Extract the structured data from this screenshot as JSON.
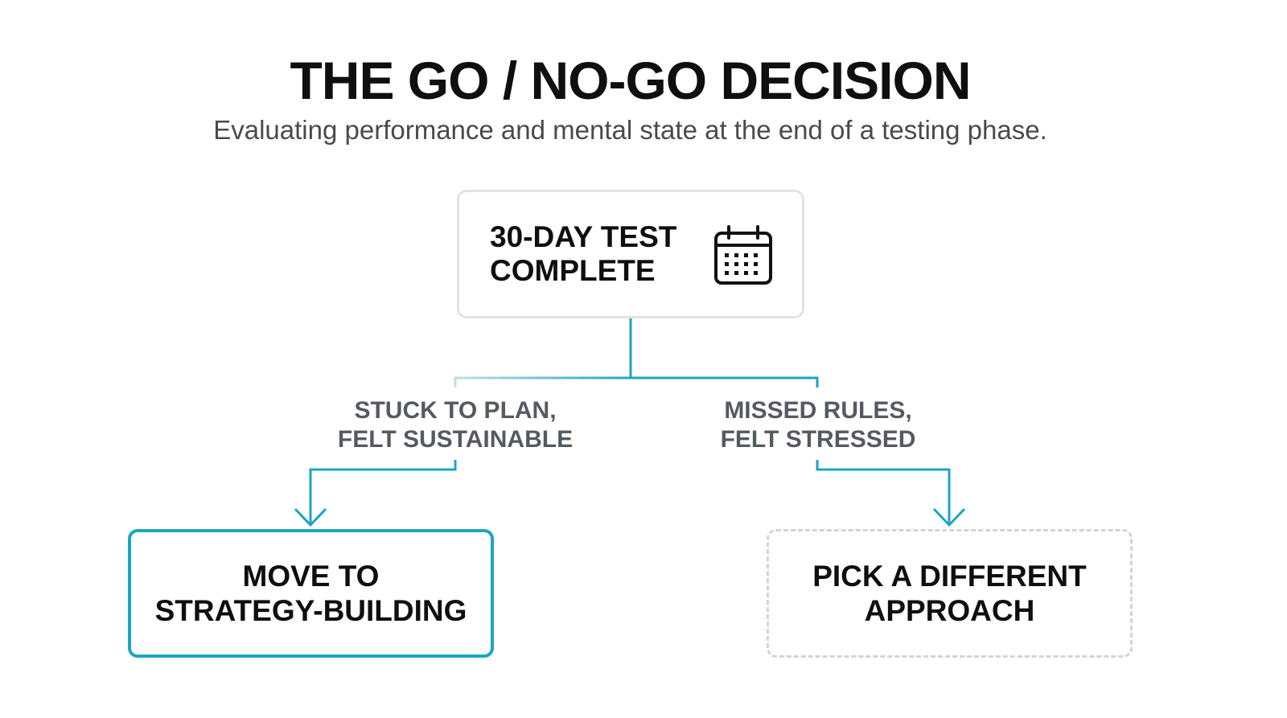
{
  "header": {
    "title": "THE GO / NO-GO DECISION",
    "subtitle": "Evaluating performance and mental state at the end of a testing phase."
  },
  "diagram": {
    "start_node": {
      "label_line1": "30-DAY TEST",
      "label_line2": "COMPLETE",
      "icon": "calendar-icon"
    },
    "branches": [
      {
        "condition_line1": "STUCK TO PLAN,",
        "condition_line2": "FELT SUSTAINABLE",
        "outcome_line1": "MOVE TO",
        "outcome_line2": "STRATEGY-BUILDING"
      },
      {
        "condition_line1": "MISSED RULES,",
        "condition_line2": "FELT STRESSED",
        "outcome_line1": "PICK A DIFFERENT",
        "outcome_line2": "APPROACH"
      }
    ]
  },
  "colors": {
    "accent": "#1ba6c4",
    "accent_faded": "#a9ccd6",
    "neutral_border": "#e2e2e2",
    "dashed_border": "#d4d4d4",
    "label_text": "#555a60",
    "title_text": "#0f0f0f"
  }
}
